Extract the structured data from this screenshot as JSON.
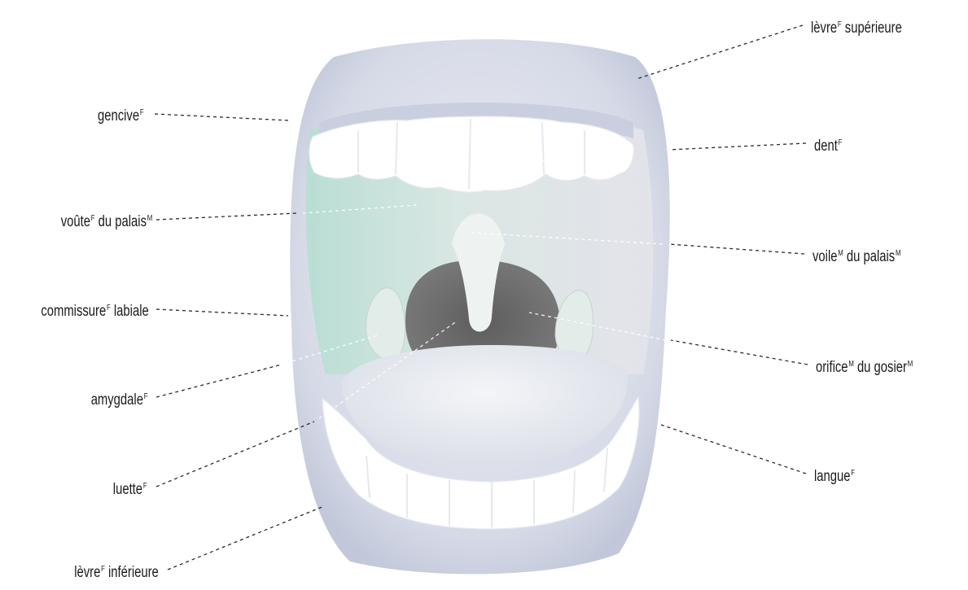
{
  "labels": {
    "levre_superieure": {
      "name": "lèvre",
      "sup": "F",
      "rest": " supérieure"
    },
    "gencive": {
      "name": "gencive",
      "sup": "F",
      "rest": ""
    },
    "dent": {
      "name": "dent",
      "sup": "F",
      "rest": ""
    },
    "voute_palais": {
      "name": "voûte",
      "sup": "F",
      "rest": " du palais",
      "sup2": "M"
    },
    "voile_palais": {
      "name": "voile",
      "sup": "M",
      "rest": " du palais",
      "sup2": "M"
    },
    "commissure": {
      "name": "commissure",
      "sup": "F",
      "rest": " labiale"
    },
    "orifice_gosier": {
      "name": "orifice",
      "sup": "M",
      "rest": " du gosier",
      "sup2": "M"
    },
    "amygdale": {
      "name": "amygdale",
      "sup": "F",
      "rest": ""
    },
    "luette": {
      "name": "luette",
      "sup": "F",
      "rest": ""
    },
    "langue": {
      "name": "langue",
      "sup": "F",
      "rest": ""
    },
    "levre_inferieure": {
      "name": "lèvre",
      "sup": "F",
      "rest": " inférieure"
    }
  },
  "colors": {
    "lip": "#d4d8e6",
    "lip_dark": "#b9bfd3",
    "teeth": "#ffffff",
    "palate": "#d7e4e2",
    "palate_left": "#bfe0d6",
    "throat": "#6b6b6b",
    "uvula": "#eef2f1",
    "tongue": "#e6e9ee",
    "tonsil": "#e2ece8",
    "leader": "#2a2a2a"
  }
}
